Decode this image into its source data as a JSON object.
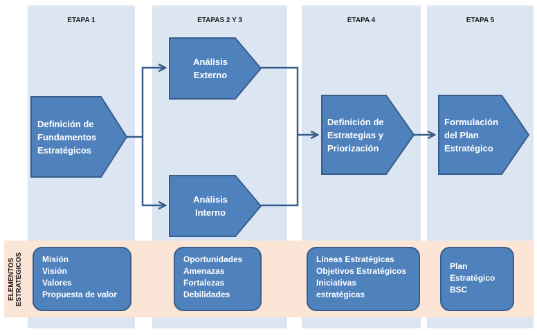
{
  "stages": [
    {
      "title": "ETAPA 1"
    },
    {
      "title": "ETAPAS 2 Y 3"
    },
    {
      "title": "ETAPA 4"
    },
    {
      "title": "ETAPA 5"
    }
  ],
  "band_label": [
    "ELEMENTOS",
    "ESTRATÉGICOS"
  ],
  "shapes": {
    "fundamentos": [
      "Definición de",
      "Fundamentos",
      "Estratégicos"
    ],
    "externo": [
      "Análisis",
      "Externo"
    ],
    "interno": [
      "Análisis",
      "Interno"
    ],
    "estrategias": [
      "Definición de",
      "Estrategias y",
      "Priorización"
    ],
    "plan": [
      "Formulación",
      "del Plan",
      "Estratégico"
    ]
  },
  "boxes": {
    "etapa1": [
      "Misión",
      "Visión",
      "Valores",
      "Propuesta de valor"
    ],
    "etapa23": [
      "Oportunidades",
      "Amenazas",
      "Fortalezas",
      "Debilidades"
    ],
    "etapa4": [
      "Líneas Estratégicas",
      "Objetivos Estratégicos",
      "Iniciativas",
      "estratégicas"
    ],
    "etapa5": [
      "Plan",
      "Estratégico",
      "BSC"
    ]
  },
  "colors": {
    "column_bg": "#dce5f2",
    "band_bg": "#fbe5d6",
    "shape_fill": "#4f81bd",
    "shape_stroke": "#385d8a"
  }
}
